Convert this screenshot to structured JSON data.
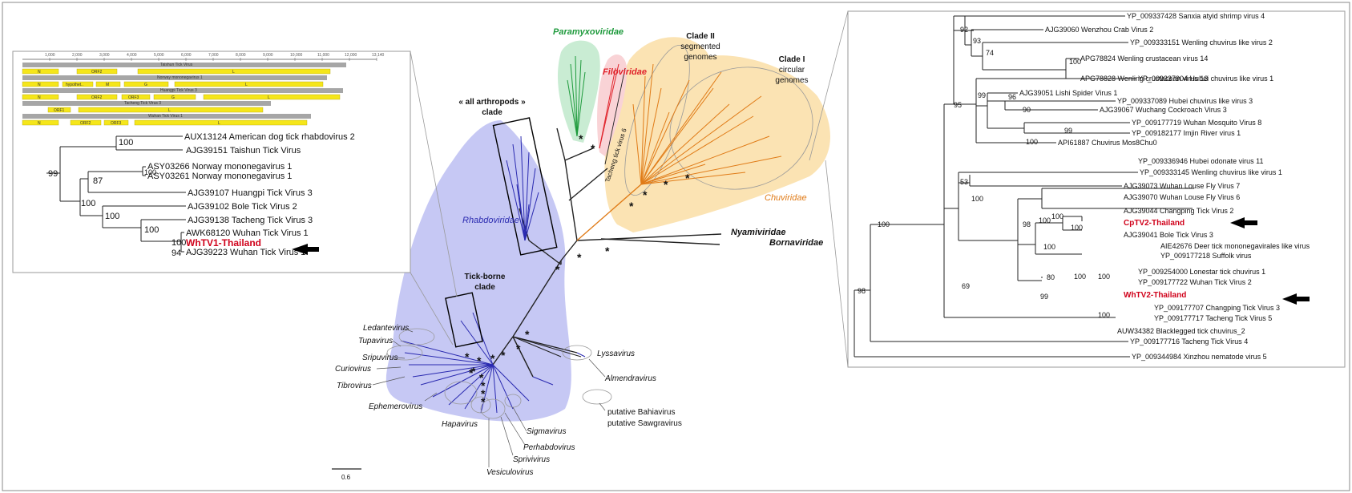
{
  "central_tree": {
    "families": {
      "paramyxo": "Paramyxoviridae",
      "filo": "Filoviridae",
      "rhabdo": "Rhabdoviridae",
      "chuvi": "Chuviridae",
      "nyami": "Nyamiviridae",
      "borna": "Bornaviridae"
    },
    "clades": {
      "clade2_line1": "Clade II",
      "clade2_line2": "segmented",
      "clade2_line3": "genomes",
      "clade1_line1": "Clade I",
      "clade1_line2": "circular",
      "clade1_line3": "genomes",
      "arthro_line1": "« all arthropods »",
      "arthro_line2": "clade",
      "tick_line1": "Tick-borne",
      "tick_line2": "clade"
    },
    "tacheng6": "Tacheng tick virus 6",
    "genera": {
      "ledante": "Ledantevirus",
      "tupa": "Tupavirus",
      "sripu": "Sripuvirus",
      "curio": "Curiovirus",
      "tibro": "Tibrovirus",
      "ephemero": "Ephemerovirus",
      "hapa": "Hapavirus",
      "vesiculo": "Vesiculovirus",
      "sprivi": "Sprivivirus",
      "perhabdo": "Perhabdovirus",
      "sigma": "Sigmavirus",
      "bahia": "putative Bahiavirus",
      "sawgra": "putative Sawgravirus",
      "almendra": "Almendravirus",
      "lyssa": "Lyssavirus"
    },
    "scale": "0.6",
    "star": "*"
  },
  "left_panel": {
    "genomes": {
      "ruler_ticks": [
        "1,000",
        "2,000",
        "3,000",
        "4,000",
        "5,000",
        "6,000",
        "7,000",
        "8,000",
        "9,000",
        "10,000",
        "11,000",
        "12,000",
        "13,140"
      ],
      "taishun": {
        "title": "Taishun Tick Virus",
        "genes": [
          "N",
          "ORF2",
          "L"
        ]
      },
      "norway": {
        "title": "Norway mononegavirus 1",
        "genes": [
          "N",
          "hypothet..",
          "M",
          "G",
          "L"
        ]
      },
      "huangpi": {
        "title": "Huangpi Tick Virus 3",
        "genes": [
          "N",
          "ORF2",
          "ORF3",
          "G",
          "L"
        ]
      },
      "tacheng": {
        "title": "Tacheng Tick Virus 3",
        "genes": [
          "ORF1",
          "L"
        ]
      },
      "wuhan": {
        "title": "Wuhan Tick Virus 1",
        "genes": [
          "N",
          "ORF2",
          "ORF3",
          "L"
        ]
      }
    },
    "taxa": [
      "AUX13124  American dog tick rhabdovirus 2",
      "AJG39151  Taishun Tick Virus",
      "ASY03266  Norway mononegavirus 1",
      "ASY03261  Norway mononegavirus 1",
      "AJG39107  Huangpi Tick Virus 3",
      "AJG39102  Bole Tick Virus 2",
      "AJG39138  Tacheng Tick Virus 3",
      "AWK68120  Wuhan Tick Virus 1",
      "WhTV1-Thailand",
      "AJG39223  Wuhan Tick Virus 1"
    ],
    "support": [
      "100",
      "99",
      "100",
      "87",
      "100",
      "100",
      "100",
      "100",
      "94"
    ]
  },
  "right_panel": {
    "taxa": [
      "YP_009337428  Sanxia atyid shrimp virus 4",
      "AJG39060  Wenzhou Crab Virus 2",
      "YP_009333151  Wenling chuvirus like virus 2",
      "APG78824  Wenling crustacean virus 14",
      "APG78828  Wenling crustacean virus 13",
      "YP_009337904  Hubei chuvirus like virus 1",
      "AJG39051  Lishi Spider Virus 1",
      "YP_009337089  Hubei chuvirus like virus 3",
      "AJG39067  Wuchang Cockroach Virus 3",
      "YP_009177719  Wuhan Mosquito Virus 8",
      "YP_009182177  Imjin River virus 1",
      "API61887  Chuvirus Mos8Chu0",
      "YP_009336946  Hubei odonate virus 11",
      "YP_009333145  Wenling chuvirus like virus 1",
      "AJG39073  Wuhan Louse Fly Virus 7",
      "AJG39070  Wuhan Louse Fly Virus 6",
      "AJG39044  Changping Tick Virus 2",
      "CpTV2-Thailand",
      "AJG39041  Bole Tick Virus 3",
      "AIE42676  Deer tick mononegavirales like virus",
      "YP_009177218  Suffolk virus",
      "YP_009254000  Lonestar tick chuvirus 1",
      "YP_009177722  Wuhan Tick Virus 2",
      "WhTV2-Thailand",
      "YP_009177707  Changping Tick Virus 3",
      "YP_009177717  Tacheng Tick Virus 5",
      "AUW34382  Blacklegged tick chuvirus_2",
      "YP_009177716  Tacheng Tick Virus 4",
      "YP_009344984  Xinzhou nematode virus 5"
    ],
    "support": [
      "92",
      "93",
      "74",
      "100",
      "95",
      "99",
      "96",
      "90",
      "100",
      "99",
      "53",
      "100",
      "100",
      "98",
      "100",
      "100",
      "100",
      "80",
      "100",
      "100",
      "99",
      "100",
      "69",
      "100",
      "98"
    ]
  },
  "colors": {
    "rhabdo_fill": "#c6c8f4",
    "rhabdo_text": "#2a2ab0",
    "chuvi_fill": "#fbe3b3",
    "chuvi_text": "#e07b17",
    "paramyxo_fill": "#c9ecd3",
    "paramyxo_text": "#1e9a3c",
    "filo_fill": "#f9d3d6",
    "filo_text": "#e0232b",
    "highlight": "#d0021b",
    "gene_fill": "#f5e61a"
  }
}
